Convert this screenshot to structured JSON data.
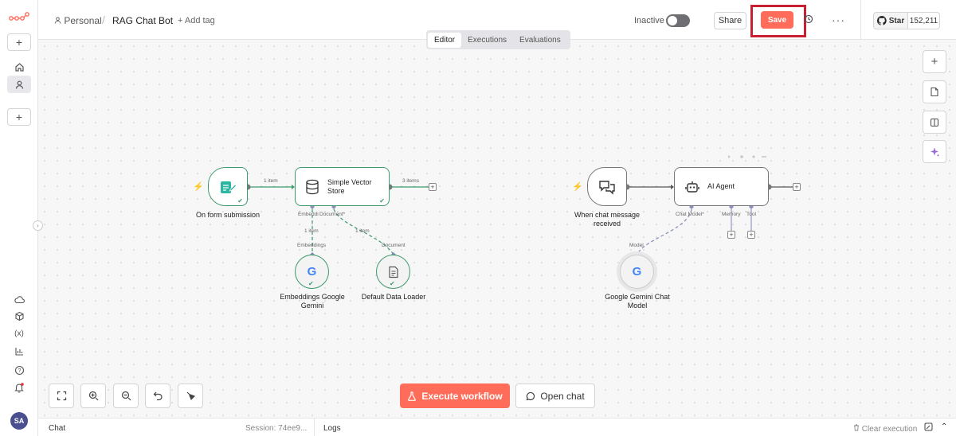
{
  "header": {
    "project": "Personal",
    "workflow_name": "RAG Chat Bot",
    "add_tag": "+ Add tag",
    "active_label": "Inactive",
    "share_label": "Share",
    "save_label": "Save",
    "more_label": "···",
    "github_star_label": "Star",
    "github_star_count": "152,211"
  },
  "tabs": [
    {
      "label": "Editor",
      "active": true
    },
    {
      "label": "Executions",
      "active": false
    },
    {
      "label": "Evaluations",
      "active": false
    }
  ],
  "sidebar": {
    "avatar_initials": "SA"
  },
  "nodes": {
    "form_trigger": {
      "label": "On form submission"
    },
    "vector_store": {
      "title": "Simple Vector Store",
      "port_embedding": "Embeddi",
      "port_document": "Document*"
    },
    "embeddings": {
      "label": "Embeddings Google Gemini",
      "port": "Embeddings"
    },
    "data_loader": {
      "label": "Default Data Loader",
      "port": "Document"
    },
    "chat_trigger": {
      "label": "When chat message received"
    },
    "ai_agent": {
      "title": "AI Agent",
      "port_chat_model": "Chat Model*",
      "port_memory": "Memory",
      "port_tool": "Tool"
    },
    "gemini_chat": {
      "label": "Google Gemini Chat Model",
      "port": "Model"
    }
  },
  "edges": {
    "form_to_store": "1 item",
    "store_out": "3 items",
    "embeddings_to_store": "1 item",
    "loader_to_store": "1 item"
  },
  "actions": {
    "execute_label": "Execute workflow",
    "open_chat_label": "Open chat"
  },
  "bottombar": {
    "chat_label": "Chat",
    "session": "Session: 74ee9...",
    "logs_label": "Logs",
    "clear_execution": "Clear execution"
  },
  "colors": {
    "accent": "#ff6d5a",
    "success": "#3e9a6b",
    "highlight": "#c82030"
  }
}
